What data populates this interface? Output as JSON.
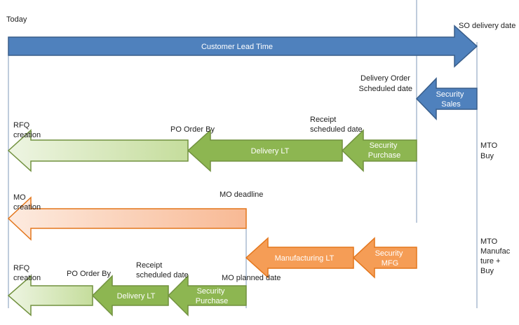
{
  "labels": {
    "today": "Today",
    "so_delivery_date": "SO delivery date",
    "delivery_order_line1": "Delivery Order",
    "delivery_order_line2": "Scheduled date",
    "rfq_creation_1_line1": "RFQ",
    "rfq_creation_1_line2": "creation",
    "po_order_by_1": "PO Order By",
    "receipt_sched_1_line1": "Receipt",
    "receipt_sched_1_line2": "scheduled date",
    "mto_buy_line1": "MTO",
    "mto_buy_line2": "Buy",
    "mo_creation_line1": "MO",
    "mo_creation_line2": "creation",
    "mo_deadline": "MO deadline",
    "mto_mfg_line1": "MTO",
    "mto_mfg_line2": "Manufac",
    "mto_mfg_line3": "ture +",
    "mto_mfg_line4": "Buy",
    "rfq_creation_2_line1": "RFQ",
    "rfq_creation_2_line2": "creation",
    "po_order_by_2": "PO Order By",
    "receipt_sched_2_line1": "Receipt",
    "receipt_sched_2_line2": "scheduled date",
    "mo_planned_date": "MO planned date"
  },
  "arrows": {
    "customer_lead_time": "Customer Lead Time",
    "security_sales_line1": "Security",
    "security_sales_line2": "Sales",
    "delivery_lt_1": "Delivery LT",
    "security_purchase_1_line1": "Security",
    "security_purchase_1_line2": "Purchase",
    "manufacturing_lt": "Manufacturing LT",
    "security_mfg_line1": "Security",
    "security_mfg_line2": "MFG",
    "delivery_lt_2": "Delivery LT",
    "security_purchase_2_line1": "Security",
    "security_purchase_2_line2": "Purchase"
  },
  "colors": {
    "blue_fill": "#4f81bd",
    "blue_stroke": "#385d8a",
    "green_fill": "#8db651",
    "green_stroke": "#71913f",
    "orange_fill": "#f59d56",
    "orange_stroke": "#e3761c",
    "guide_line": "#7f99b8"
  }
}
